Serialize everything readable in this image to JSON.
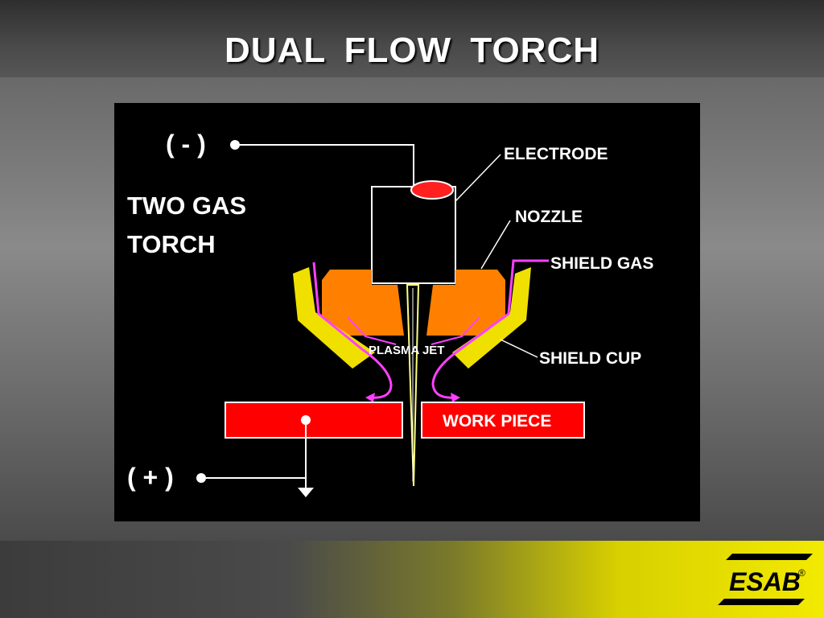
{
  "slide": {
    "title": "DUAL  FLOW  TORCH"
  },
  "diagram": {
    "label_negative": "( - )",
    "label_positive": "( + )",
    "torch_title_line1": "TWO GAS",
    "torch_title_line2": "TORCH",
    "label_electrode": "ELECTRODE",
    "label_nozzle": "NOZZLE",
    "label_shield_gas": "SHIELD GAS",
    "label_plasma_jet": "PLASMA JET",
    "label_shield_cup": "SHIELD CUP",
    "label_work_piece": "WORK PIECE"
  },
  "logo": {
    "brand": "ESAB",
    "registered": "®"
  },
  "colors": {
    "diagram_bg": "#000000",
    "nozzle": "#ff8000",
    "shield_cup": "#f0e000",
    "shield_gas_flow": "#ff40ff",
    "work_piece": "#ff0000",
    "electrode_tip": "#ff2020",
    "plasma_jet": "#ffff80",
    "brand_yellow": "#f2ea00"
  }
}
